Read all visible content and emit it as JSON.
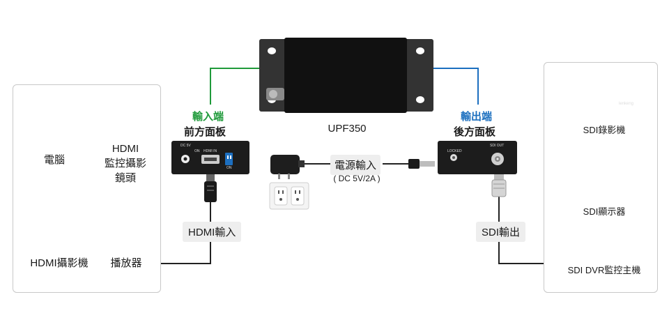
{
  "device": {
    "name": "UPF350"
  },
  "input_side": {
    "heading": "輸入端",
    "panel_name": "前方面板",
    "port_labels": [
      "DC 5V",
      "ON",
      "HDMI IN",
      "ON"
    ],
    "connection_label": "HDMI輸入"
  },
  "output_side": {
    "heading": "輸出端",
    "panel_name": "後方面板",
    "port_labels": [
      "LOCKED",
      "SDI OUT"
    ],
    "connection_label": "SDI輸出"
  },
  "power": {
    "label": "電源輸入",
    "spec": "( DC 5V/2A )"
  },
  "sources": [
    {
      "label": "電腦",
      "icon": "computer-icon"
    },
    {
      "label": "HDMI\n監控攝影\n鏡頭",
      "icon": "cctv-camera-icon"
    },
    {
      "label": "HDMI攝影機",
      "icon": "camcorder-icon"
    },
    {
      "label": "播放器",
      "icon": "player-icon"
    }
  ],
  "destinations": [
    {
      "label": "SDI錄影機",
      "icon": "recorder-icon",
      "brand": "lenkeng"
    },
    {
      "label": "SDI顯示器",
      "icon": "monitor-icon"
    },
    {
      "label": "SDI DVR監控主機",
      "icon": "dvr-icon"
    }
  ],
  "colors": {
    "input_line": "#1f9a3a",
    "output_line": "#1b6fbf"
  }
}
